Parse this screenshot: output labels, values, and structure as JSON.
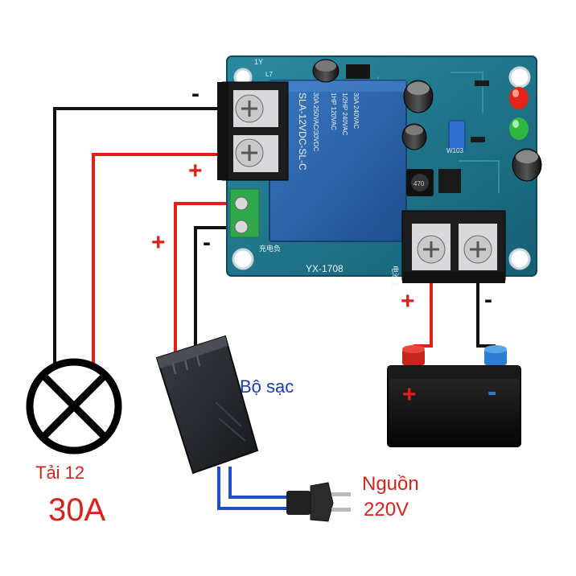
{
  "board": {
    "model_label": "YX-1708",
    "relay_lines": [
      "SLA-12VDC-SL-C",
      "30A 250VAC/30VDC",
      "1HP 120VAC",
      "1/2HP 240VAC",
      "30A 240VAC"
    ],
    "charge_label": "充电负",
    "battery_label": "电池正",
    "inductor_label": "470",
    "trimmer_label": "W103",
    "chip_label": "L7",
    "top_label": "1Y"
  },
  "signs": {
    "load_minus": "-",
    "load_plus": "+",
    "charger_plus": "+",
    "charger_minus": "-",
    "battery_plus": "+",
    "battery_minus": "-",
    "battery_body_plus": "+",
    "battery_body_minus": "-"
  },
  "labels": {
    "charger": "Bộ sạc",
    "load": "Tải 12",
    "load_current": "30A",
    "mains_line1": "Nguồn",
    "mains_line2": "220V"
  },
  "colors": {
    "wire_positive": "#e0201b",
    "wire_negative": "#111111",
    "wire_ac": "#1f4fc8",
    "pcb": "#1b6f86",
    "relay": "#2a5fa5",
    "text_red": "#d8231c",
    "text_blue": "#1b3bb0"
  },
  "icons": {
    "lamp": "lamp-load-icon",
    "plug": "ac-plug-icon",
    "battery": "battery-icon",
    "charger": "charger-adapter-icon"
  }
}
